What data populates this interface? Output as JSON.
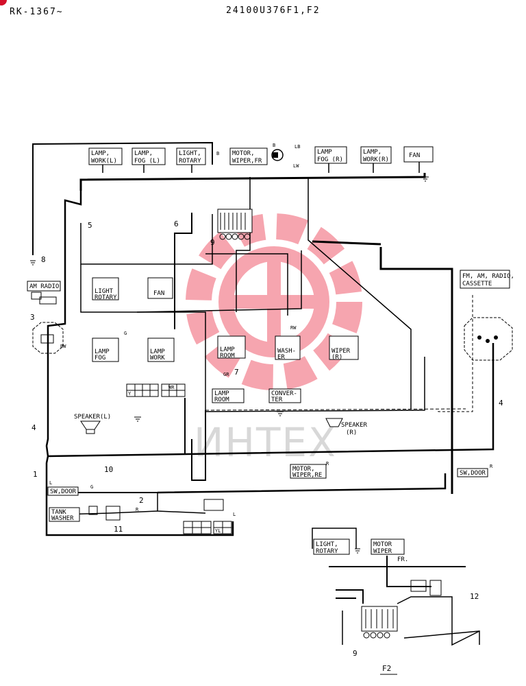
{
  "header": {
    "left": "RK-1367~",
    "center": "24100U376F1,F2"
  },
  "watermark": {
    "text": "ИНТЕХ",
    "color": "#e8001c"
  },
  "components": {
    "lamp_work_l": [
      "LAMP,",
      "WORK(L)"
    ],
    "lamp_fog_l": [
      "LAMP,",
      "FOG (L)"
    ],
    "light_rotary_top": [
      "LIGHT,",
      "ROTARY"
    ],
    "motor_wiper_fr": [
      "MOTOR,",
      "WIPER,FR"
    ],
    "lamp_fog_r": [
      "LAMP",
      "FOG (R)"
    ],
    "lamp_work_r": [
      "LAMP,",
      "WORK(R)"
    ],
    "fan_top": "FAN",
    "am_radio": "AM RADIO",
    "light_rotary_mid": [
      "LIGHT",
      "ROTARY"
    ],
    "fan_mid": "FAN",
    "lamp_fog_mid": [
      "LAMP",
      "FOG"
    ],
    "lamp_work_mid": [
      "LAMP",
      "WORK"
    ],
    "lamp_room_top": [
      "LAMP",
      "ROOM"
    ],
    "washer": [
      "WASH-",
      "ER"
    ],
    "wiper_r": [
      "WIPER",
      "(R)"
    ],
    "fm_radio": [
      "FM, AM, RADIO,",
      "CASSETTE"
    ],
    "lamp_room_bottom": [
      "LAMP",
      "ROOM"
    ],
    "converter": [
      "CONVER-",
      "TER"
    ],
    "speaker_l": "SPEAKER(L)",
    "speaker_r": [
      "SPEAKER",
      "(R)"
    ],
    "motor_wiper_re": [
      "MOTOR,",
      "WIPER,RE"
    ],
    "sw_door_l": "SW,DOOR",
    "sw_door_r": "SW,DOOR",
    "tank_washer": [
      "TANK",
      "WASHER"
    ],
    "light_rotary_f2": [
      "LIGHT,",
      "ROTARY"
    ],
    "motor_wiper_f2": [
      "MOTOR",
      "WIPER"
    ],
    "fr_f2": "FR."
  },
  "numbers": {
    "n1": "1",
    "n2": "2",
    "n3": "3",
    "n4a": "4",
    "n4b": "4",
    "n5": "5",
    "n6": "6",
    "n7": "7",
    "n8": "8",
    "n9a": "9",
    "n9b": "9",
    "n10": "10",
    "n11": "11",
    "n12": "12"
  },
  "wire_codes": {
    "w_b1": "B",
    "w_b2": "B",
    "w_g1": "G",
    "w_r1": "R",
    "w_lb": "LB",
    "w_lw": "LW",
    "w_r2": "R",
    "w_l1": "L",
    "w_l2": "L",
    "w_r3": "R",
    "w_gr": "GR",
    "w_bw": "BW",
    "w_rw": "RW",
    "w_g2": "G",
    "w_y": "Y",
    "w_wr": "WR",
    "w_yl": "YL"
  },
  "figure_label": "F2"
}
